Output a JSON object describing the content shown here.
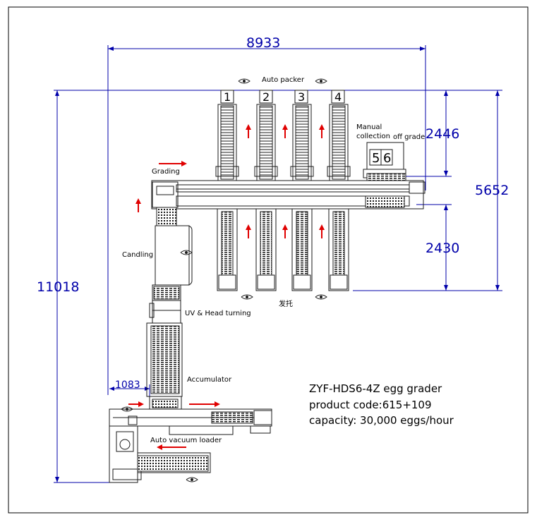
{
  "dimensions": {
    "total_width": "8933",
    "total_height": "11018",
    "packer_section_height": "5652",
    "top_packer_length": "2446",
    "bottom_packer_length": "2430",
    "loader_offset": "1083"
  },
  "labels": {
    "auto_packer": "Auto packer",
    "manual_collection_line1": "Manual",
    "manual_collection_line2": "collection",
    "off_grade": "off grade",
    "grading": "Grading",
    "candling": "Candling",
    "uv_head_turning": "UV & Head turning",
    "accumulator": "Accumulator",
    "auto_vacuum_loader": "Auto vacuum loader",
    "tray_out": "发托"
  },
  "packer_numbers": [
    "1",
    "2",
    "3",
    "4"
  ],
  "off_grade_numbers": [
    "5",
    "6"
  ],
  "product_info": {
    "model": "ZYF-HDS6-4Z egg grader",
    "product_code": "product code:615+109",
    "capacity": "capacity: 30,000 eggs/hour"
  },
  "colors": {
    "dimension_lines": "#0000aa",
    "flow_arrows": "#e00000",
    "drawing_lines": "#1a1a1a"
  }
}
